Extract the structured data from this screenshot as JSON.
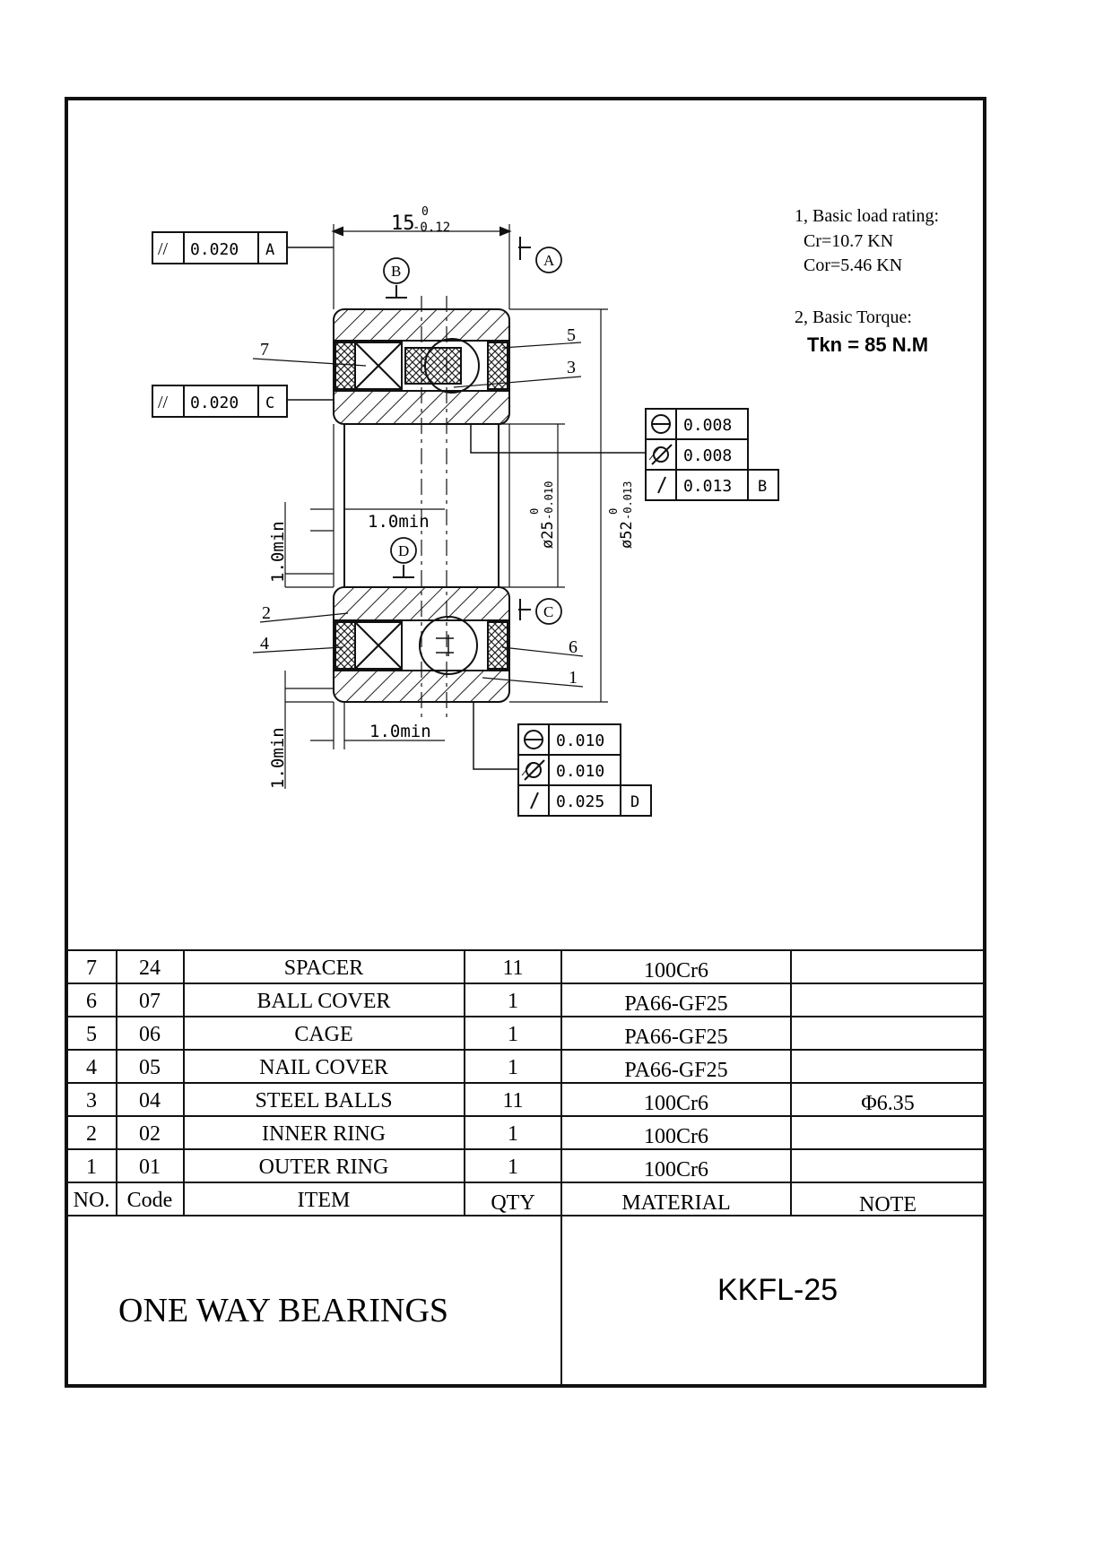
{
  "notes": {
    "load_rating_label": "1, Basic load rating:",
    "cr": "Cr=10.7 KN",
    "cor": "Cor=5.46 KN",
    "torque_label": "2, Basic Torque:",
    "torque_value": "Tkn = 85 N.M"
  },
  "drawing": {
    "width_dim": "15",
    "width_tol_upper": "0",
    "width_tol_lower": "-0.12",
    "datums": {
      "a": "A",
      "b": "B",
      "c": "C",
      "d": "D"
    },
    "tol_frame_a": {
      "symbol": "//",
      "value": "0.020",
      "datum": "A"
    },
    "tol_frame_c": {
      "symbol": "//",
      "value": "0.020",
      "datum": "C"
    },
    "tol_frame_right": [
      {
        "value": "0.008"
      },
      {
        "value": "0.008"
      },
      {
        "value": "0.013",
        "datum": "B"
      }
    ],
    "tol_frame_bottom": [
      {
        "value": "0.010"
      },
      {
        "value": "0.010"
      },
      {
        "value": "0.025",
        "datum": "D"
      }
    ],
    "bore_dim": "ø25",
    "bore_tol_upper": "0",
    "bore_tol_lower": "-0.010",
    "od_dim": "ø52",
    "od_tol_upper": "0",
    "od_tol_lower": "-0.013",
    "chamfer_h_top": "1.0min",
    "chamfer_h_bottom": "1.0min",
    "chamfer_v_top": "1.0min",
    "chamfer_v_bottom": "1.0min",
    "balloons": [
      "1",
      "2",
      "3",
      "4",
      "5",
      "6",
      "7"
    ]
  },
  "bom": {
    "headers": [
      "NO.",
      "Code",
      "ITEM",
      "QTY",
      "MATERIAL",
      "NOTE"
    ],
    "rows": [
      [
        "7",
        "24",
        "SPACER",
        "11",
        "100Cr6",
        ""
      ],
      [
        "6",
        "07",
        "BALL COVER",
        "1",
        "PA66-GF25",
        ""
      ],
      [
        "5",
        "06",
        "CAGE",
        "1",
        "PA66-GF25",
        ""
      ],
      [
        "4",
        "05",
        "NAIL COVER",
        "1",
        "PA66-GF25",
        ""
      ],
      [
        "3",
        "04",
        "STEEL BALLS",
        "11",
        "100Cr6",
        "Φ6.35"
      ],
      [
        "2",
        "02",
        "INNER RING",
        "1",
        "100Cr6",
        ""
      ],
      [
        "1",
        "01",
        "OUTER RING",
        "1",
        "100Cr6",
        ""
      ]
    ]
  },
  "title_block": {
    "title": "ONE WAY BEARINGS",
    "part_no": "KKFL-25"
  }
}
